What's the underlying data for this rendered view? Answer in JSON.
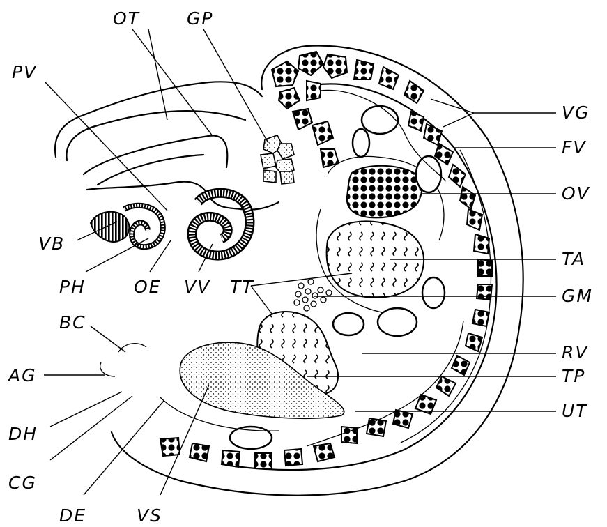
{
  "labels": {
    "OT": "OT",
    "GP": "GP",
    "PV": "PV",
    "VG": "VG",
    "FV": "FV",
    "OV": "OV",
    "TA": "TA",
    "GM": "GM",
    "RV": "RV",
    "TP": "TP",
    "UT": "UT",
    "VB": "VB",
    "PH": "PH",
    "OE": "OE",
    "VV": "VV",
    "TT": "TT",
    "BC": "BC",
    "AG": "AG",
    "DH": "DH",
    "CG": "CG",
    "DE": "DE",
    "VS": "VS"
  }
}
